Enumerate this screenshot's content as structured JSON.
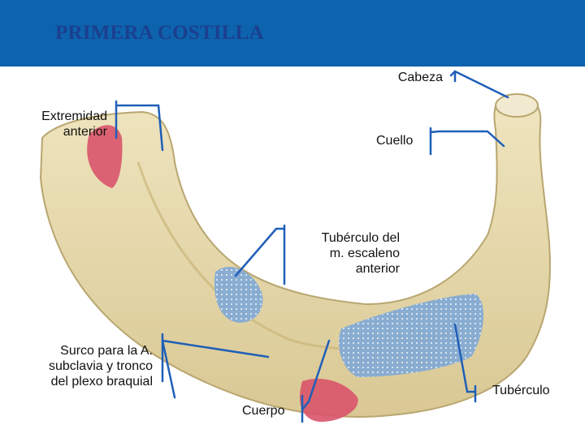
{
  "header": {
    "title": "PRIMERA COSTILLA"
  },
  "colors": {
    "header_bg": "#0d63ad",
    "title": "#1b3f8f",
    "bone": "#e8dcae",
    "muscle_origin": "#d9546a",
    "muscle_insertion": "#7fa8d6",
    "leader_line": "#1f5fb8"
  },
  "labels": {
    "cabeza": "Cabeza",
    "extremidad_line1": "Extremidad",
    "extremidad_line2": "anterior",
    "cuello": "Cuello",
    "tuberculo_escaleno_line1": "Tubérculo del",
    "tuberculo_escaleno_line2": "m. escaleno",
    "tuberculo_escaleno_line3": "anterior",
    "surco_line1": "Surco para la A.",
    "surco_line2": "subclavia y tronco",
    "surco_line3": "del plexo braquial",
    "cuerpo": "Cuerpo",
    "tuberculo": "Tubérculo"
  }
}
